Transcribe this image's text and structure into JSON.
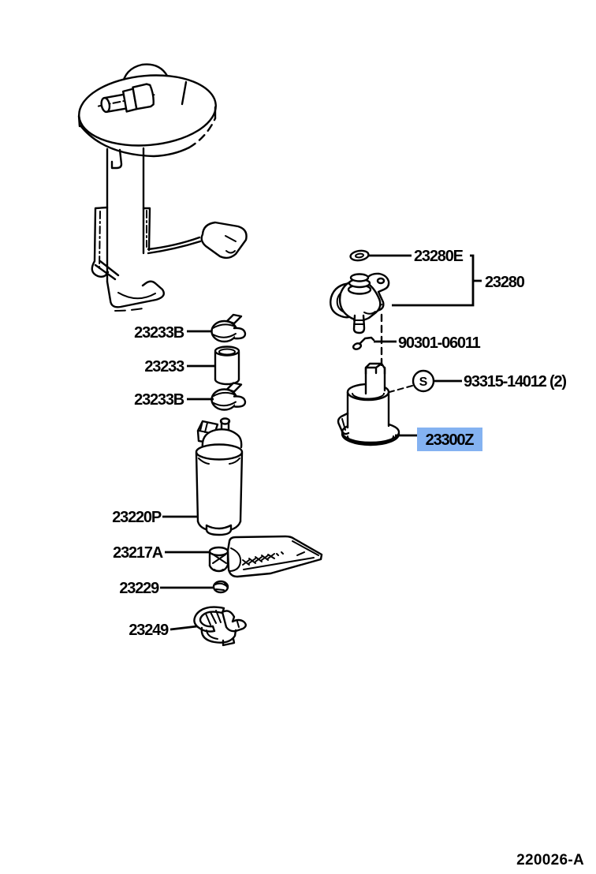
{
  "diagram": {
    "code": "220026-A",
    "colors": {
      "line": "#000000",
      "background": "#ffffff",
      "highlight_bg": "#84b2f1",
      "highlight_fg": "#1c2e70"
    },
    "labels": {
      "p23280e": "23280E",
      "p23280": "23280",
      "p90301": "90301-06011",
      "p93315": "93315-14012 (2)",
      "marker_s": "S",
      "p23300z": "23300Z",
      "p23233b_upper": "23233B",
      "p23233": "23233",
      "p23233b_lower": "23233B",
      "p23220p": "23220P",
      "p23217a": "23217A",
      "p23229": "23229",
      "p23249": "23249"
    }
  }
}
